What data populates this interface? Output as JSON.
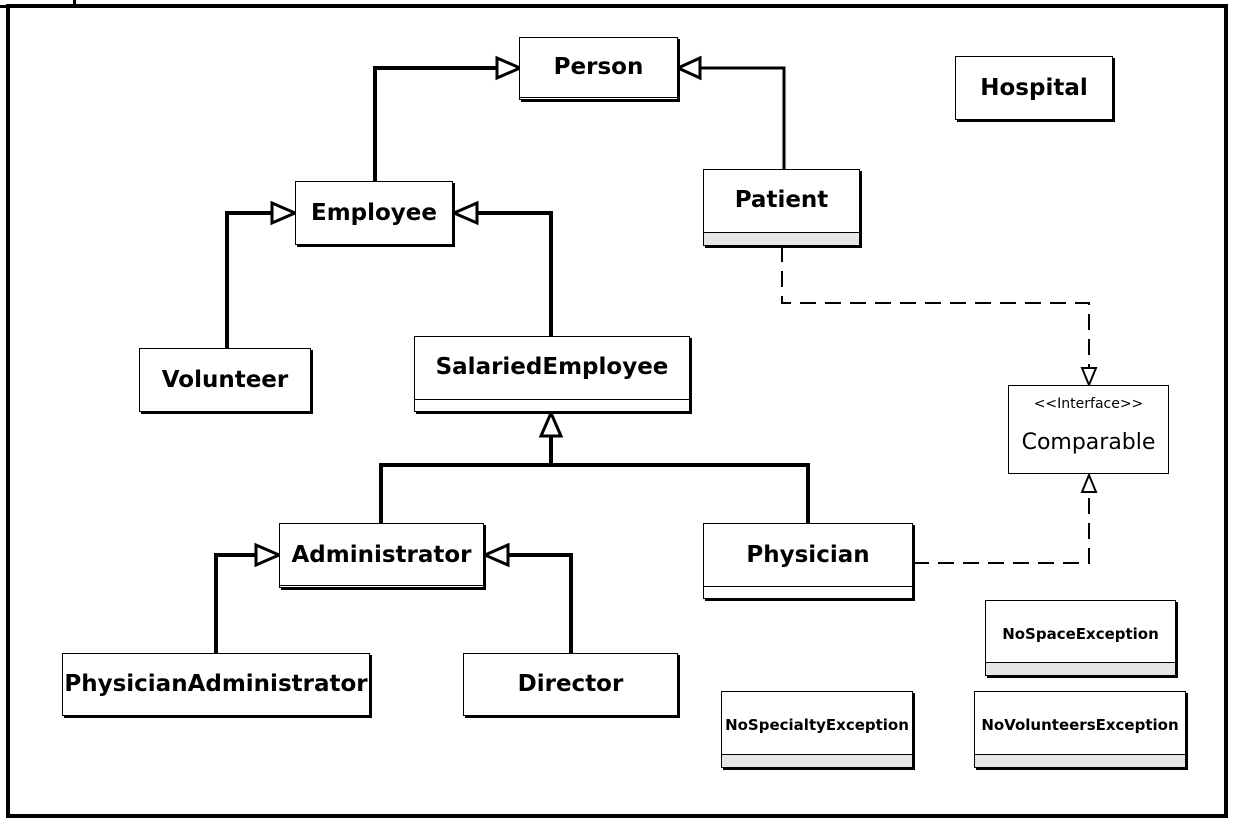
{
  "diagram": {
    "classes": {
      "person": "Person",
      "hospital": "Hospital",
      "employee": "Employee",
      "patient": "Patient",
      "volunteer": "Volunteer",
      "salaried_employee": "SalariedEmployee",
      "administrator": "Administrator",
      "physician": "Physician",
      "physician_administrator": "PhysicianAdministrator",
      "director": "Director",
      "no_space_exception": "NoSpaceException",
      "no_specialty_exception": "NoSpecialtyException",
      "no_volunteers_exception": "NoVolunteersException"
    },
    "interface": {
      "stereotype": "<<Interface>>",
      "name": "Comparable"
    },
    "relationships": [
      {
        "type": "generalization",
        "from": "Employee",
        "to": "Person"
      },
      {
        "type": "generalization",
        "from": "Patient",
        "to": "Person"
      },
      {
        "type": "generalization",
        "from": "Volunteer",
        "to": "Employee"
      },
      {
        "type": "generalization",
        "from": "SalariedEmployee",
        "to": "Employee"
      },
      {
        "type": "generalization",
        "from": "Administrator",
        "to": "SalariedEmployee"
      },
      {
        "type": "generalization",
        "from": "Physician",
        "to": "SalariedEmployee"
      },
      {
        "type": "generalization",
        "from": "PhysicianAdministrator",
        "to": "Administrator"
      },
      {
        "type": "generalization",
        "from": "Director",
        "to": "Administrator"
      },
      {
        "type": "realization",
        "from": "Patient",
        "to": "Comparable"
      },
      {
        "type": "realization",
        "from": "Physician",
        "to": "Comparable"
      }
    ]
  }
}
